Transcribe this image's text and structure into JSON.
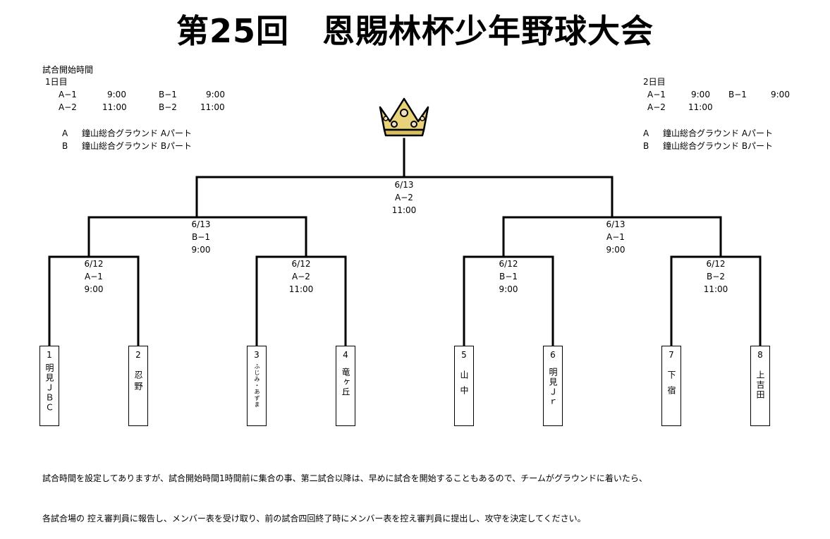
{
  "title": "第25回　恩賜林杯少年野球大会",
  "schedule_left": {
    "heading": "試合開始時間",
    "day": "1日目",
    "rows": [
      {
        "a_label": "A−1",
        "a_time": "9:00",
        "b_label": "B−1",
        "b_time": "9:00"
      },
      {
        "a_label": "A−2",
        "a_time": "11:00",
        "b_label": "B−2",
        "b_time": "11:00"
      }
    ],
    "grounds": [
      {
        "code": "A",
        "name": "鐘山総合グラウンド Aパート"
      },
      {
        "code": "B",
        "name": "鐘山総合グラウンド Bパート"
      }
    ]
  },
  "schedule_right": {
    "day": "2日目",
    "rows": [
      {
        "a_label": "A−1",
        "a_time": "9:00",
        "b_label": "B−1",
        "b_time": "9:00"
      },
      {
        "a_label": "A−2",
        "a_time": "11:00"
      }
    ],
    "grounds": [
      {
        "code": "A",
        "name": "鐘山総合グラウンド Aパート"
      },
      {
        "code": "B",
        "name": "鐘山総合グラウンド Bパート"
      }
    ]
  },
  "matches": {
    "final": {
      "date": "6/13",
      "slot": "A−2",
      "time": "11:00"
    },
    "semi_left": {
      "date": "6/13",
      "slot": "B−1",
      "time": "9:00"
    },
    "semi_right": {
      "date": "6/13",
      "slot": "A−1",
      "time": "9:00"
    },
    "r1_1": {
      "date": "6/12",
      "slot": "A−1",
      "time": "9:00"
    },
    "r1_2": {
      "date": "6/12",
      "slot": "A−2",
      "time": "11:00"
    },
    "r1_3": {
      "date": "6/12",
      "slot": "B−1",
      "time": "9:00"
    },
    "r1_4": {
      "date": "6/12",
      "slot": "B−2",
      "time": "11:00"
    }
  },
  "teams": [
    {
      "num": "1",
      "name": "明見ＪＢＣ"
    },
    {
      "num": "2",
      "name": "忍野"
    },
    {
      "num": "3",
      "name": "ふじみ・あずま"
    },
    {
      "num": "4",
      "name": "竜ヶ丘"
    },
    {
      "num": "5",
      "name": "山中"
    },
    {
      "num": "6",
      "name": "明見Ｊｒ"
    },
    {
      "num": "7",
      "name": "下宿"
    },
    {
      "num": "8",
      "name": "上吉田"
    }
  ],
  "note": {
    "line1": "試合時間を設定してありますが、試合開始時間1時間前に集合の事、第二試合以降は、早めに試合を開始することもあるので、チームがグラウンドに着いたら、",
    "line2": "各試合場の 控え審判員に報告し、メンバー表を受け取り、前の試合四回終了時にメンバー表を控え審判員に提出し、攻守を決定してください。"
  },
  "colors": {
    "crown_gold": "#e8d27a",
    "crown_outline": "#000000",
    "jewel": "#f0e0c0"
  }
}
